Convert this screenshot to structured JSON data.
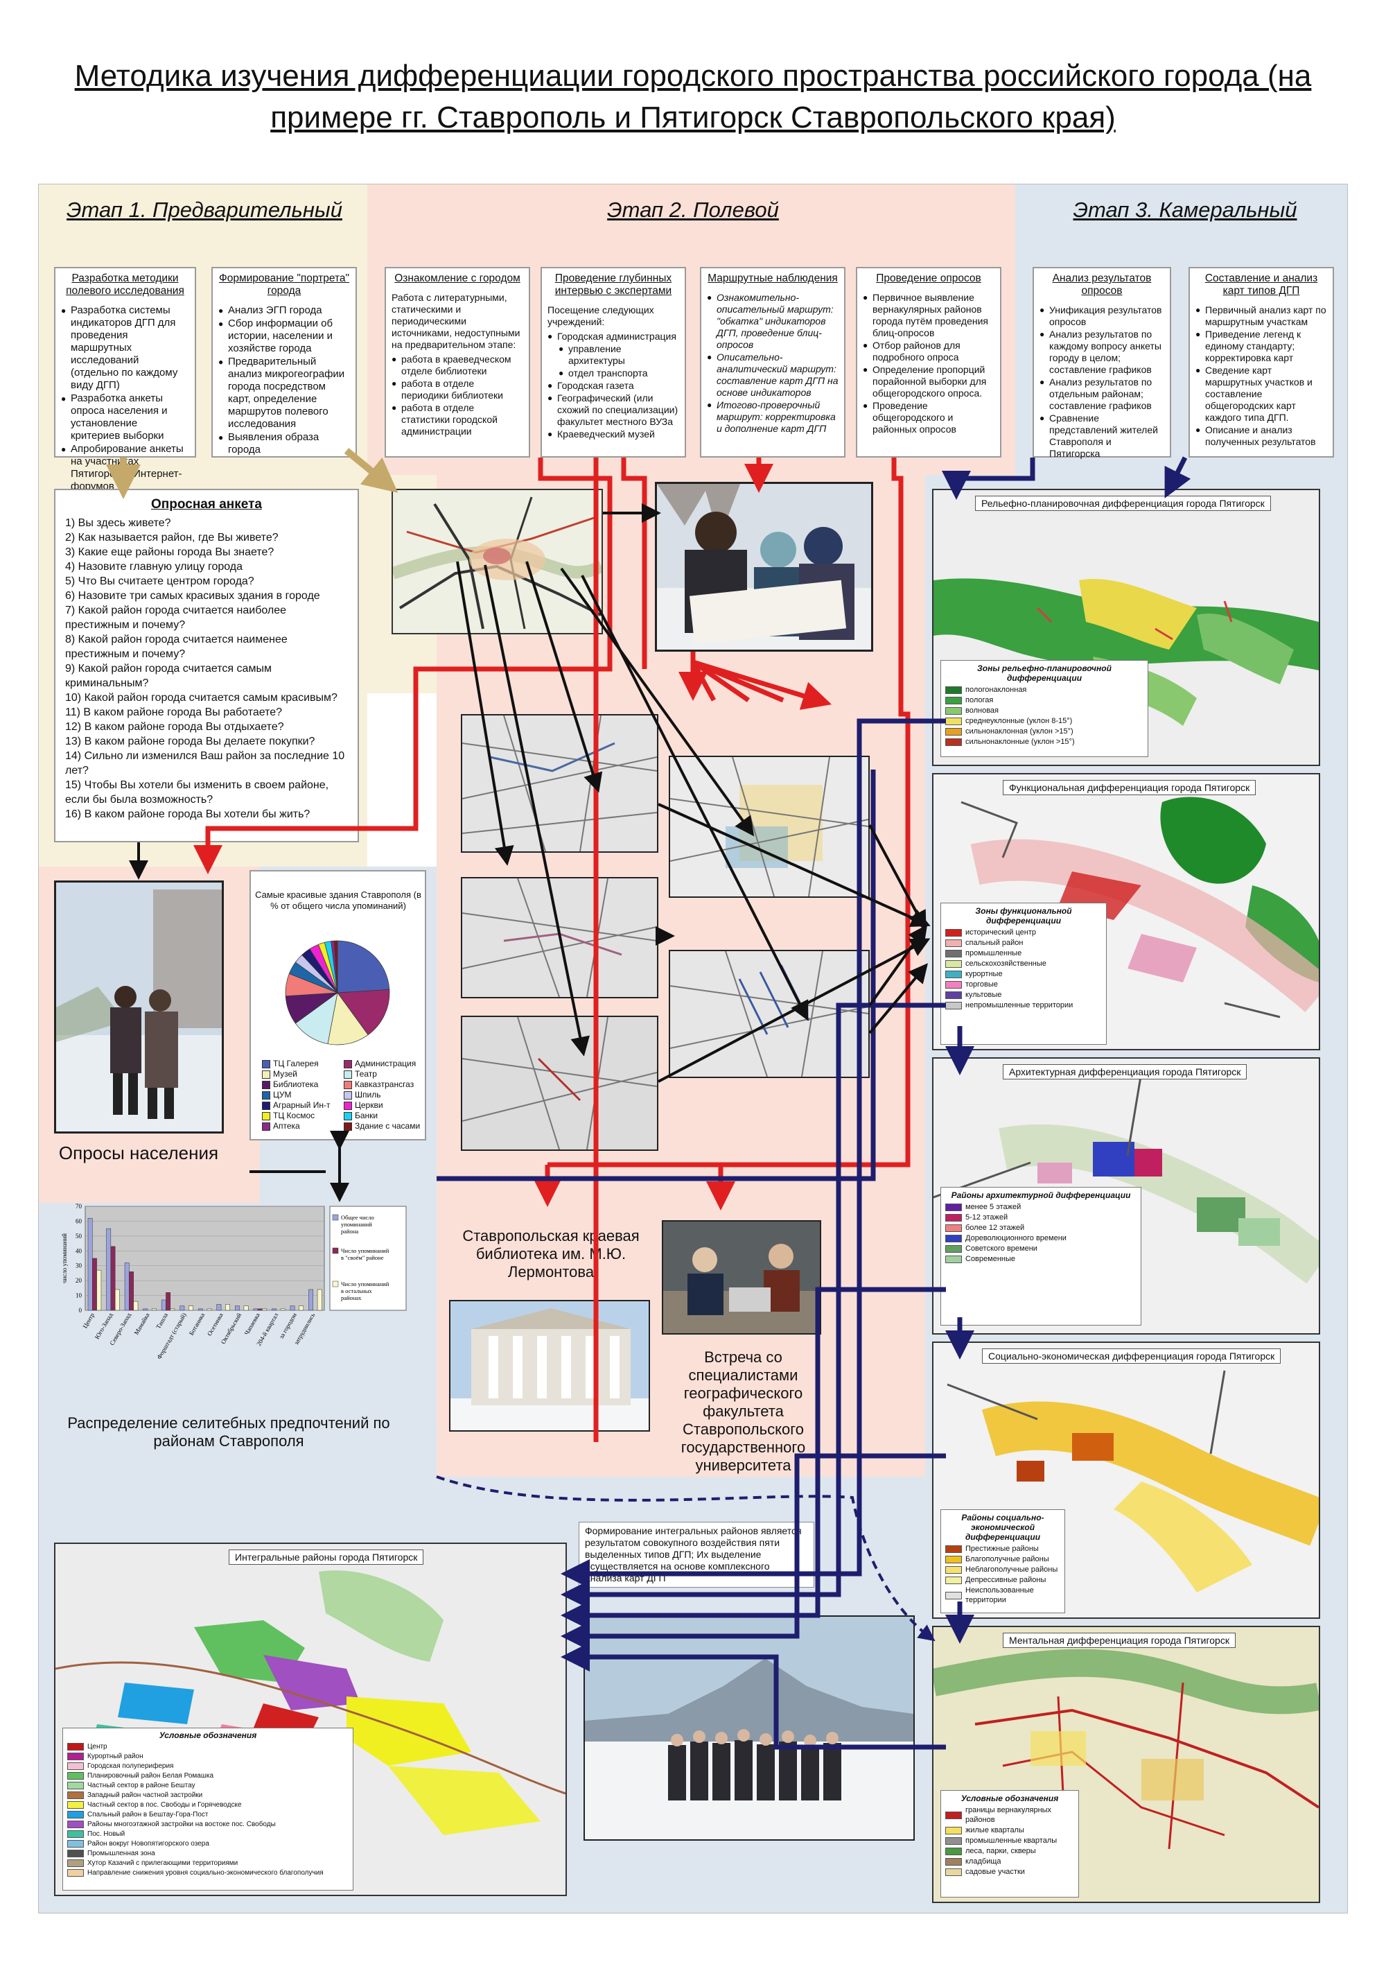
{
  "title": "Методика изучения дифференциации городского пространства российского города (на примере гг. Ставрополь и Пятигорск Ставропольского края)",
  "colors": {
    "stage1": "#f7f1dc",
    "stage2": "#fbe0d8",
    "stage3": "#dde6ee",
    "red_arrow": "#e02020",
    "blue_arrow": "#1e1e6e",
    "tan_arrow": "#c4a96a",
    "black_arrow": "#111111"
  },
  "stage1": {
    "heading": "Этап 1. Предварительный",
    "box1": {
      "title": "Разработка методики полевого исследования",
      "items": [
        "Разработка системы индикаторов ДГП для проведения маршрутных исследований (отдельно по каждому виду ДГП)",
        "Разработка анкеты опроса населения и установление критериев выборки",
        "Апробирование анкеты на участниках Пятигорских Интернет-форумов"
      ]
    },
    "box2": {
      "title": "Формирование \"портрета\" города",
      "items": [
        "Анализ ЭГП города",
        "Сбор информации об истории, населении и хозяйстве города",
        "Предварительный анализ микрогеографии города посредством карт, определение маршрутов полевого исследования",
        "Выявления образа города"
      ]
    }
  },
  "stage2": {
    "heading": "Этап 2. Полевой",
    "box1": {
      "title": "Ознакомление с городом",
      "intro": "Работа с литературными, статическими и периодическими источниками, недоступными на предварительном этапе:",
      "items": [
        "работа в краеведческом отделе библиотеки",
        "работа в отделе периодики библиотеки",
        "работа в отделе статистики городской администрации"
      ]
    },
    "box2": {
      "title": "Проведение глубинных интервью с экспертами",
      "intro": "Посещение следующих учреждений:",
      "items": [
        "Городская администрация",
        "управление архитектуры",
        "отдел транспорта",
        "Городская газета",
        "Географический (или схожий по специализации) факультет местного ВУЗа",
        "Краеведческий музей"
      ]
    },
    "box3": {
      "title": "Маршрутные наблюдения",
      "items": [
        "Ознакомительно-описательный маршрут: \"обкатка\" индикаторов ДГП, проведение блиц-опросов",
        "Описательно-аналитический маршрут: составление карт ДГП на основе индикаторов",
        "Итогово-проверочный маршрут: корректировка и дополнение карт ДГП"
      ]
    },
    "box4": {
      "title": "Проведение опросов",
      "items": [
        "Первичное выявление вернакулярных районов города путём проведения блиц-опросов",
        "Отбор районов для подробного опроса",
        "Определение пропорций порайонной выборки для общегородского опроса.",
        "Проведение общегородского и районных опросов"
      ]
    }
  },
  "stage3": {
    "heading": "Этап 3. Камеральный",
    "box1": {
      "title": "Анализ результатов опросов",
      "items": [
        "Унификация результатов опросов",
        "Анализ результатов по каждому вопросу анкеты городу в целом; составление графиков",
        "Анализ результатов по отдельным районам; составление графиков",
        "Сравнение представлений жителей Ставрополя и Пятигорска"
      ]
    },
    "box2": {
      "title": "Составление и анализ карт типов ДГП",
      "items": [
        "Первичный анализ карт по маршрутным участкам",
        "Приведение легенд к единому стандарту; корректировка карт",
        "Сведение карт маршрутных участков и составление общегородских карт каждого типа ДГП.",
        "Описание и анализ полученных результатов"
      ]
    }
  },
  "survey": {
    "title": "Опросная анкета",
    "questions": [
      "1) Вы здесь живете?",
      "2) Как называется район, где Вы живете?",
      "3) Какие еще районы города Вы знаете?",
      "4) Назовите главную улицу города",
      "5) Что Вы считаете центром города?",
      "6) Назовите три самых красивых здания в городе",
      "7) Какой район города считается наиболее престижным и почему?",
      "8) Какой район города считается наименее престижным и почему?",
      "9) Какой район города считается самым криминальным?",
      "10) Какой район города считается самым красивым?",
      "11) В каком районе города Вы работаете?",
      "12) В каком районе города Вы отдыхаете?",
      "13) В каком районе города Вы делаете покупки?",
      "14) Сильно ли изменился Ваш район за последние 10 лет?",
      "15) Чтобы Вы хотели бы изменить в своем районе, если бы была возможность?",
      "16) В каком районе города Вы хотели бы жить?"
    ]
  },
  "captions": {
    "surveys": "Опросы населения",
    "library": "Ставропольская краевая библиотека им. М.Ю. Лермонтова",
    "meeting": "Встреча со специалистами географического факультета Ставропольского государственного университета",
    "bar_caption": "Распределение селитебных предпочтений по районам Ставрополя",
    "integral_note": "Формирование интегральных районов является результатом совокупного воздействия пяти выделенных типов ДГП; Их выделение осуществляется на основе комплексного анализа карт ДГП"
  },
  "maps": {
    "relief": "Рельефно-планировочная дифференциация города Пятигорск",
    "functional": "Функциональная дифференциация города Пятигорск",
    "architecture": "Архитектурная дифференциация города Пятигорск",
    "socio": "Социально-экономическая дифференциация города Пятигорск",
    "mental": "Ментальная дифференциация города Пятигорск",
    "integral": "Интегральные районы города Пятигорск"
  },
  "legends": {
    "relief": {
      "title": "Зоны рельефно-планировочной дифференциации",
      "items": [
        "пологонаклонная",
        "пологая",
        "волновая",
        "среднеуклонные (уклон 8-15°)",
        "сильнонаклонная (уклон >15°)",
        "сильнонаклонные (уклон >15°)"
      ]
    },
    "functional": {
      "title": "Зоны функциональной дифференциации",
      "items": [
        "исторический центр",
        "спальный район",
        "промышленные",
        "сельскохозяйственные",
        "курортные",
        "торговые",
        "культовые",
        "непромышленные территории"
      ]
    },
    "architecture": {
      "title": "Районы архитектурной дифференциации",
      "items": [
        "менее 5 этажей",
        "5-12 этажей",
        "более 12 этажей",
        "Дореволюционного времени",
        "Советского времени",
        "Современные"
      ]
    },
    "socio": {
      "title": "Районы социально-экономической дифференциации",
      "items": [
        "Престижные районы",
        "Благополучные районы",
        "Неблагополучные районы",
        "Депрессивные районы",
        "Неиспользованные территории"
      ]
    },
    "mental": {
      "title": "Условные обозначения",
      "items": [
        "границы вернакулярных районов",
        "жилые кварталы",
        "промышленные кварталы",
        "леса, парки, скверы",
        "кладбища",
        "садовые участки"
      ]
    },
    "integral": {
      "title": "Условные обозначения",
      "items": [
        "Центр",
        "Курортный район",
        "Городская полупериферия",
        "Планировочный район Белая Ромашка",
        "Частный сектор в районе Бештау",
        "Западный район частной застройки",
        "Частный сектор в пос. Свободы и Горячеводске",
        "Спальный район в Бештау-Гора-Пост",
        "Районы многоэтажной застройки на востоке пос. Свободы",
        "Пос. Новый",
        "Район вокруг Новопятигорского озера",
        "Промышленная зона",
        "Хутор Казачий с прилегающими территориями",
        "Направление снижения уровня социально-экономического благополучия"
      ]
    }
  },
  "chart_data": [
    {
      "type": "pie",
      "title": "Самые красивые здания Ставрополя (в % от общего числа упоминаний)",
      "categories": [
        "ТЦ Галерея",
        "Администрация",
        "Музей",
        "Театр",
        "Библиотека",
        "Кавказтрансгаз",
        "ЦУМ",
        "Шпиль",
        "Аграрный Ин-т",
        "Церкви",
        "ТЦ Космос",
        "Банки",
        "Аптека",
        "Здание с часами"
      ],
      "values": [
        24,
        16,
        13,
        12,
        9,
        7,
        4,
        3,
        3,
        3,
        2,
        2,
        1,
        1
      ],
      "colors": [
        "#4a5fb4",
        "#9b2a6a",
        "#f4f0b8",
        "#c8ecef",
        "#5a1a66",
        "#f07b78",
        "#1e66a8",
        "#c6c6ee",
        "#1c1c70",
        "#f022d0",
        "#f0f020",
        "#20d0f0",
        "#8a2a8a",
        "#801818"
      ]
    },
    {
      "type": "bar",
      "categories": [
        "Центр",
        "Юго-Запад",
        "Северо-Запад",
        "Мамайка",
        "Ташла",
        "Форштадт (старый)",
        "Ботаника",
        "Осетинка",
        "Октябрьский",
        "Чапаевка",
        "204-й квартал",
        "за городом",
        "затруднились"
      ],
      "series": [
        {
          "name": "Общее число упоминаний района",
          "values": [
            62,
            55,
            32,
            1,
            7,
            3,
            1,
            4,
            3,
            1,
            1,
            3,
            14
          ]
        },
        {
          "name": "Число упоминаний в \"своём\" районе",
          "values": [
            35,
            43,
            26,
            0,
            12,
            0,
            0,
            0,
            0,
            1,
            0,
            0,
            0
          ]
        },
        {
          "name": "Число упоминаний в остальных районах",
          "values": [
            27,
            14,
            6,
            1,
            1,
            3,
            1,
            4,
            3,
            1,
            1,
            3,
            14
          ]
        }
      ],
      "colors": [
        "#9aa4dc",
        "#8a2a58",
        "#f8f6cc"
      ],
      "ylabel": "число упоминаний",
      "ylim": [
        0,
        70
      ],
      "yticks": [
        0,
        10,
        20,
        30,
        40,
        50,
        60,
        70
      ]
    }
  ]
}
